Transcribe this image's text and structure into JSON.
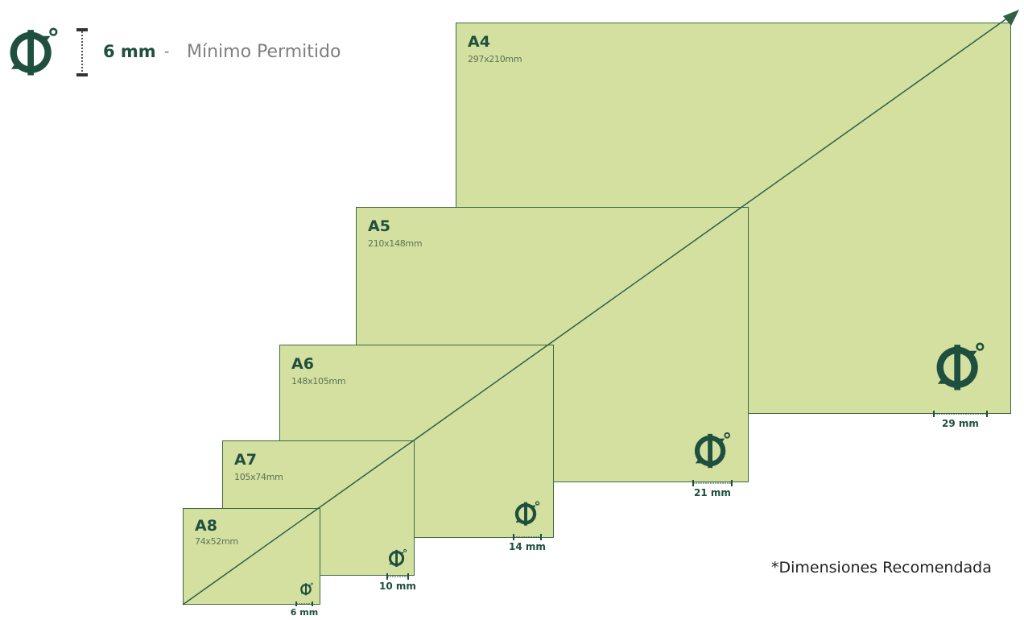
{
  "legend": {
    "min_size": "6 mm",
    "separator": "-",
    "min_label": "Mínimo Permitido"
  },
  "sheets": [
    {
      "name": "A4",
      "dims": "297x210mm",
      "logo_size": "29 mm"
    },
    {
      "name": "A5",
      "dims": "210x148mm",
      "logo_size": "21 mm"
    },
    {
      "name": "A6",
      "dims": "148x105mm",
      "logo_size": "14 mm"
    },
    {
      "name": "A7",
      "dims": "105x74mm",
      "logo_size": "10 mm"
    },
    {
      "name": "A8",
      "dims": "74x52mm",
      "logo_size": "6 mm"
    }
  ],
  "footnote": "*Dimensiones Recomendada",
  "colors": {
    "sheet_fill": "#d3e0a0",
    "brand_green": "#1f4f3e",
    "diagonal": "#2f5f45"
  },
  "icons": [
    "green-dot-logo-icon",
    "height-gauge-icon",
    "arrow-head-icon"
  ]
}
